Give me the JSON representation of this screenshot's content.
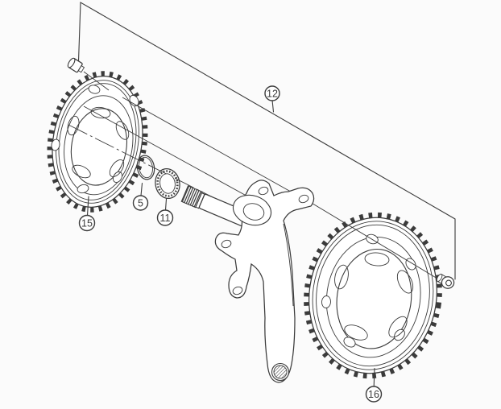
{
  "callouts": {
    "c12": "12",
    "c15": "15",
    "c5": "5",
    "c11": "11",
    "c16": "16"
  },
  "colors": {
    "line": "#3b3b3b",
    "background": "#fbfbfb"
  }
}
